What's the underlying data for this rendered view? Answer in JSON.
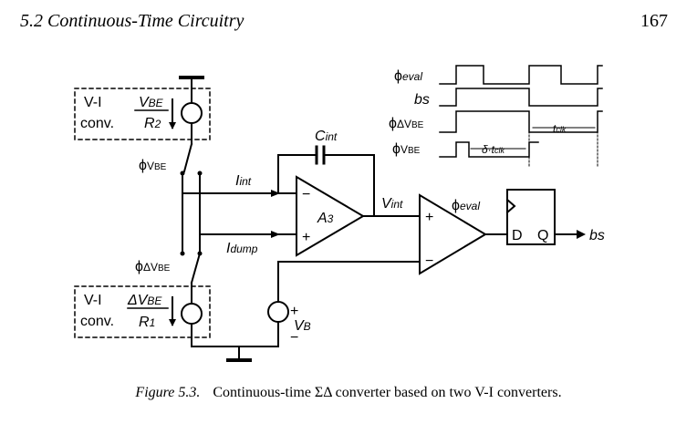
{
  "header": {
    "section": "5.2  Continuous-Time Circuitry",
    "page_number": "167"
  },
  "figure": {
    "vi_top_prefix": "V-I",
    "vi_top_prefix2": "conv.",
    "vi_bot_prefix": "V-I",
    "vi_bot_prefix2": "conv.",
    "phi": "ϕ",
    "vbe": "V",
    "be_sub": "BE",
    "delta": "Δ",
    "r2": "R",
    "r2_sub": "2",
    "r1": "R",
    "r1_sub": "1",
    "cint": "C",
    "int_sub": "int",
    "iint": "I",
    "idump": "I",
    "dump_sub": "dump",
    "vint": "V",
    "a3": "A",
    "a3_sub": "3",
    "vb": "V",
    "vb_sub": "B",
    "eval_sub": "eval",
    "bs": "bs",
    "tclk": "t",
    "clk_sub": "clk",
    "dtclk_prefix": "δ·t",
    "d": "D",
    "q": "Q",
    "minus": "−",
    "plus": "+"
  },
  "caption": {
    "label": "Figure 5.3.",
    "text": "Continuous-time ΣΔ converter based on two V-I converters."
  }
}
